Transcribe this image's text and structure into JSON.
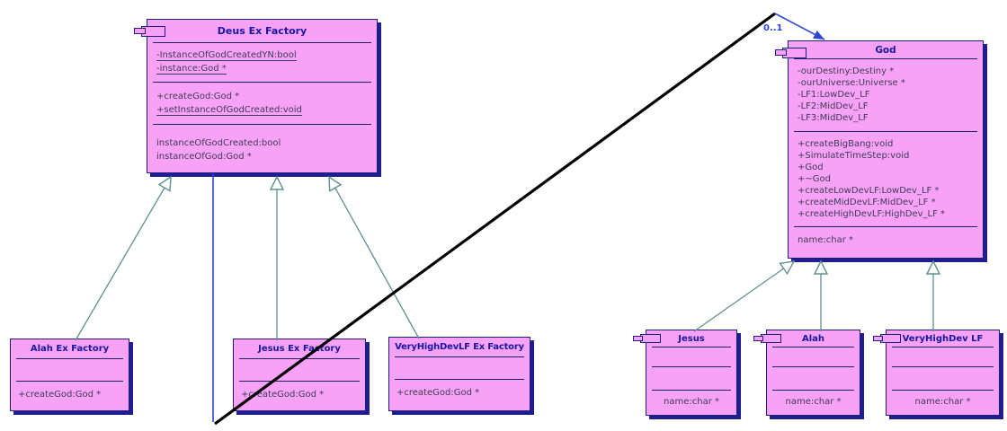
{
  "diagram": {
    "multiplicity_label": "0..1",
    "classes": {
      "deus_ex_factory": {
        "title": "Deus Ex Factory",
        "attributes": [
          "-InstanceOfGodCreatedYN:bool",
          "-instance:God *"
        ],
        "methods": [
          "+createGod:God *",
          "+setInstanceOfGodCreated:void"
        ],
        "properties": [
          "instanceOfGodCreated:bool",
          "instanceOfGod:God *"
        ]
      },
      "god": {
        "title": "God",
        "attributes": [
          "-ourDestiny:Destiny *",
          "-ourUniverse:Universe *",
          "-LF1:LowDev_LF",
          "-LF2:MidDev_LF",
          "-LF3:MidDev_LF"
        ],
        "methods": [
          "+createBigBang:void",
          "+SimulateTimeStep:void",
          "+God",
          "+~God",
          "+createLowDevLF:LowDev_LF *",
          "+createMidDevLF:MidDev_LF *",
          "+createHighDevLF:HighDev_LF *"
        ],
        "properties": [
          "name:char *"
        ]
      },
      "alah_ex_factory": {
        "title": "Alah Ex Factory",
        "methods": [
          "+createGod:God *"
        ]
      },
      "jesus_ex_factory": {
        "title": "Jesus Ex Factory",
        "methods": [
          "+createGod:God *"
        ]
      },
      "veryhighdevlf_ex_factory": {
        "title": "VeryHighDevLF Ex Factory",
        "methods": [
          "+createGod:God *"
        ]
      },
      "jesus": {
        "title": "Jesus",
        "properties": [
          "name:char *"
        ]
      },
      "alah": {
        "title": "Alah",
        "properties": [
          "name:char *"
        ]
      },
      "veryhighdev_lf": {
        "title": "VeryHighDev LF",
        "properties": [
          "name:char *"
        ]
      }
    },
    "colors": {
      "class_fill": "#f7a1f7",
      "class_border": "#1e1e82",
      "class_shadow": "#1e1e90",
      "title_text": "#18189e",
      "member_text": "#3d3d55",
      "inheritance_line": "#5f9090",
      "association_line": "#2a46d8",
      "crossing_line": "#000000"
    }
  }
}
